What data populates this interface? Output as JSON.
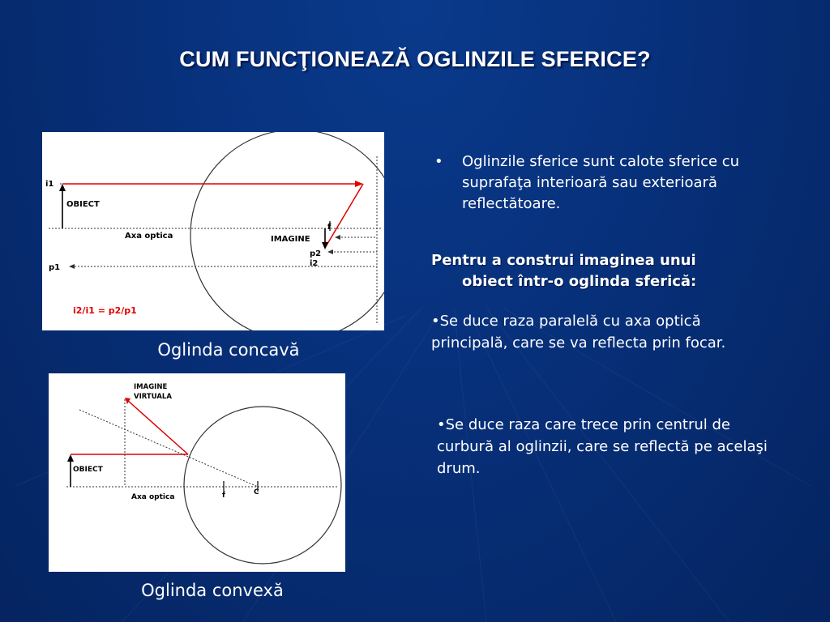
{
  "slide": {
    "title": "CUM FUNCŢIONEAZĂ OGLINZILE SFERICE?"
  },
  "concave": {
    "caption": "Oglinda concavă",
    "labels": {
      "i1": "i1",
      "object": "OBIECT",
      "axis": "Axa optica",
      "image": "IMAGINE",
      "f": "f",
      "p2": "p2",
      "i2": "i2",
      "p1": "p1",
      "formula": "i2/i1 = p2/p1"
    }
  },
  "convex": {
    "caption": "Oglinda convexă",
    "labels": {
      "virtual_line1": "IMAGINE",
      "virtual_line2": "VIRTUALA",
      "object": "OBIECT",
      "axis": "Axa optica",
      "f": "f",
      "c": "C"
    }
  },
  "text": {
    "bullet_marker": "•",
    "bullet1": "Oglinzile sferice sunt calote sferice cu suprafaţa interioară sau exterioară reflectătoare.",
    "heading_line1": "Pentru a construi imaginea unui",
    "heading_line2": "obiect într-o oglinda sferică:",
    "para1": "•Se duce raza paralelă cu axa optică principală, care se va reflecta prin focar.",
    "para2": "•Se duce raza care trece prin centrul de curbură al oglinzii, care se reflectă pe acelaşi drum."
  },
  "colors": {
    "background": "#07307a",
    "ray": "#e00000",
    "formula": "#e00000"
  }
}
